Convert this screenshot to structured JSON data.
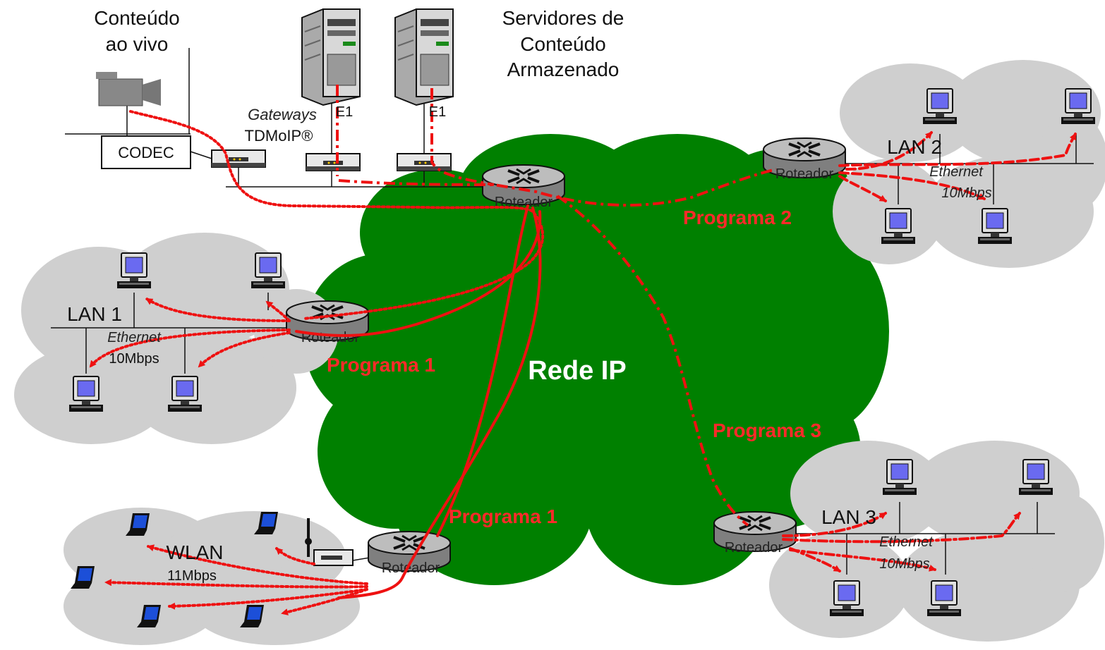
{
  "labels": {
    "live_content_line1": "Conteúdo",
    "live_content_line2": "ao vivo",
    "servers_line1": "Servidores de",
    "servers_line2": "Conteúdo",
    "servers_line3": "Armazenado",
    "gateways_line1": "Gateways",
    "gateways_line2": "TDMoIP®",
    "codec": "CODEC",
    "e1": "E1",
    "network": "Rede  IP",
    "router": "Roteador",
    "lan1": "LAN 1",
    "lan2": "LAN 2",
    "lan3": "LAN 3",
    "wlan": "WLAN",
    "ethernet": "Ethernet",
    "speed_10": "10Mbps",
    "speed_11": "11Mbps",
    "programa1": "Programa 1",
    "programa2": "Programa 2",
    "programa3": "Programa 3"
  },
  "colors": {
    "network_cloud": "#008000",
    "lan_cloud": "#cfcfcf",
    "stream": "#ee1111",
    "router": "#8a8a8a"
  },
  "icons": [
    "video-camera-icon",
    "server-icon",
    "gateway-icon",
    "router-icon",
    "desktop-computer-icon",
    "laptop-icon",
    "wireless-access-point-icon"
  ]
}
